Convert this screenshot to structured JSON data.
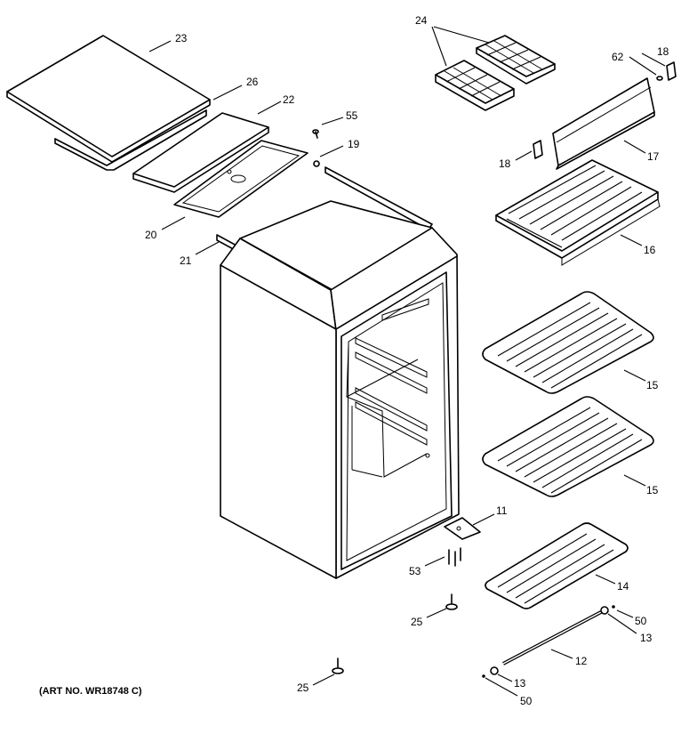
{
  "labels": {
    "p23": "23",
    "p26": "26",
    "p22": "22",
    "p24": "24",
    "p18a": "18",
    "p62": "62",
    "p55": "55",
    "p19": "19",
    "p18b": "18",
    "p17": "17",
    "p20": "20",
    "p21": "21",
    "p16": "16",
    "p15a": "15",
    "p15b": "15",
    "p11": "11",
    "p53": "53",
    "p14": "14",
    "p25a": "25",
    "p50a": "50",
    "p13a": "13",
    "p12": "12",
    "p25b": "25",
    "p13b": "13",
    "p50b": "50"
  },
  "caption": "(ART NO. WR18748 C)"
}
